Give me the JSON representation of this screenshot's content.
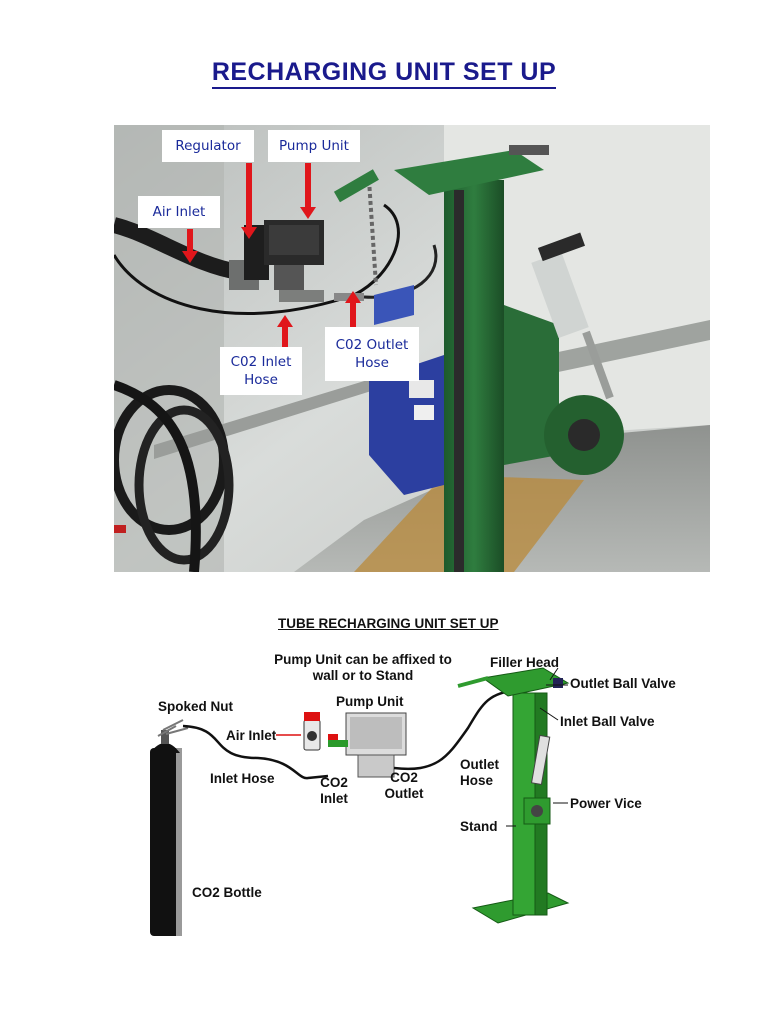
{
  "title": "RECHARGING UNIT SET UP",
  "photo": {
    "labels": {
      "regulator": "Regulator",
      "pump_unit": "Pump Unit",
      "air_inlet": "Air Inlet",
      "co2_inlet_hose": "C02 Inlet Hose",
      "co2_outlet_hose": "C02 Outlet Hose"
    }
  },
  "diagram": {
    "title": "TUBE RECHARGING UNIT SET UP",
    "labels": {
      "pump_note": "Pump Unit can be affixed to wall or to Stand",
      "filler_head": "Filler Head",
      "outlet_ball_valve": "Outlet Ball Valve",
      "inlet_ball_valve": "Inlet Ball Valve",
      "spoked_nut": "Spoked Nut",
      "pump_unit": "Pump Unit",
      "air_inlet": "Air Inlet",
      "inlet_hose": "Inlet Hose",
      "co2_inlet": "CO2 Inlet",
      "co2_outlet": "CO2 Outlet",
      "outlet_hose": "Outlet Hose",
      "power_vice": "Power Vice",
      "stand": "Stand",
      "co2_bottle": "CO2 Bottle"
    }
  },
  "colors": {
    "title": "#1a1a8c",
    "callout_text": "#1a2a9a",
    "arrow": "#e0161b",
    "stand_green": "#2f9b2f"
  }
}
